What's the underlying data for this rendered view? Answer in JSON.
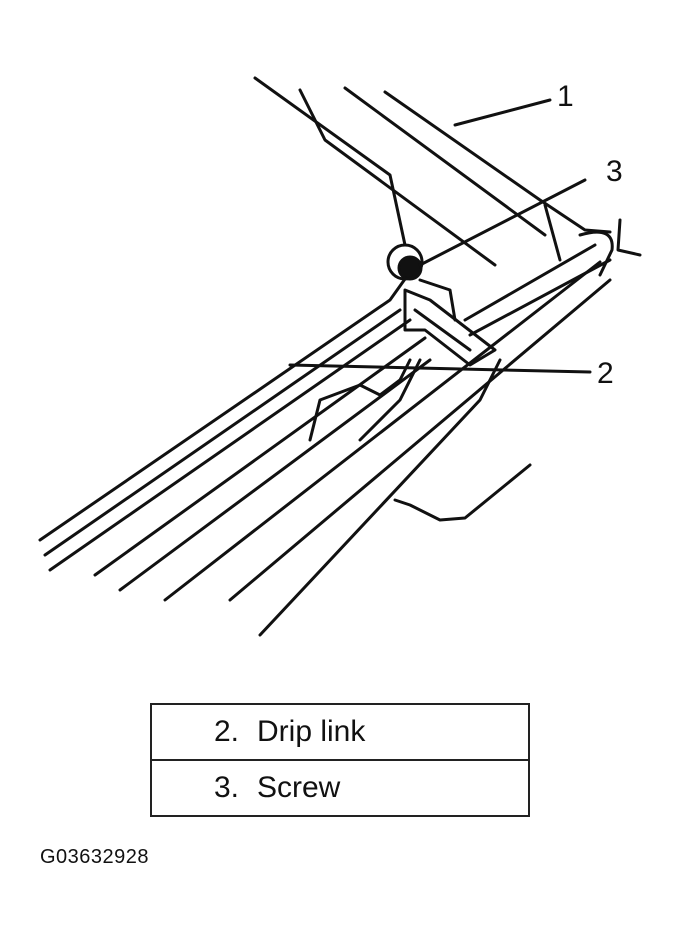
{
  "callouts": {
    "c1": "1",
    "c2": "2",
    "c3": "3"
  },
  "legend": {
    "rows": [
      {
        "number": "2.",
        "label": "Drip link"
      },
      {
        "number": "3.",
        "label": "Screw"
      }
    ]
  },
  "figure_id": "G03632928"
}
